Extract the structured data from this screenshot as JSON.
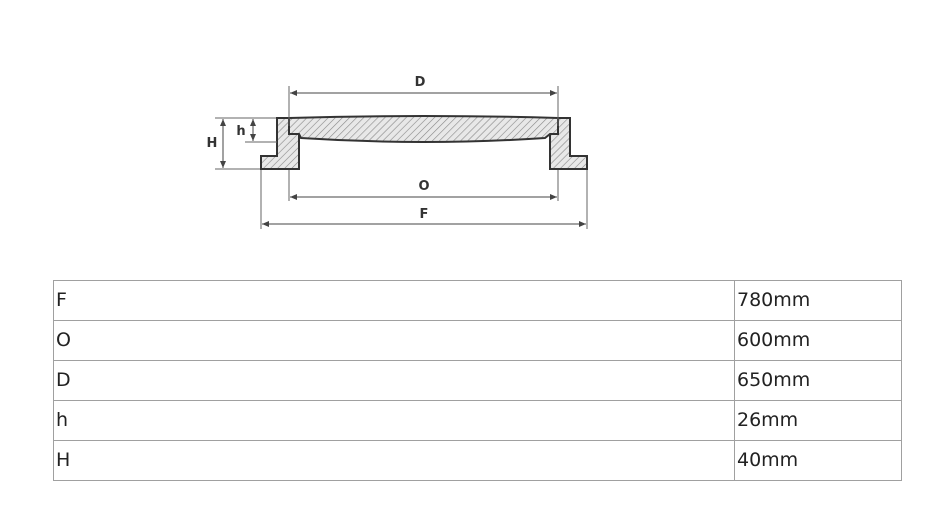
{
  "diagram": {
    "labels": {
      "D": "D",
      "O": "O",
      "F": "F",
      "H": "H",
      "h": "h"
    }
  },
  "table": {
    "rows": [
      {
        "label": "F",
        "value": "780mm"
      },
      {
        "label": "O",
        "value": "600mm"
      },
      {
        "label": "D",
        "value": "650mm"
      },
      {
        "label": "h",
        "value": "26mm"
      },
      {
        "label": "H",
        "value": "40mm"
      }
    ]
  }
}
